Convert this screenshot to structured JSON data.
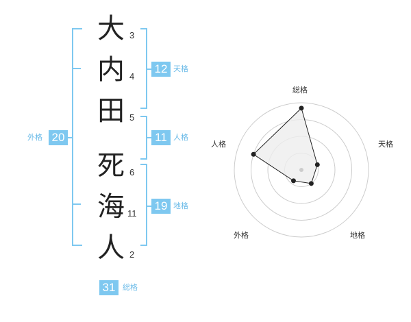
{
  "name_chars": [
    {
      "char": "大",
      "strokes": "3"
    },
    {
      "char": "内",
      "strokes": "4"
    },
    {
      "char": "田",
      "strokes": "5"
    },
    {
      "char": "死",
      "strokes": "6"
    },
    {
      "char": "海",
      "strokes": "11"
    },
    {
      "char": "人",
      "strokes": "2"
    }
  ],
  "kaku": {
    "tenkaku": {
      "value": "12",
      "label": "天格"
    },
    "jinkaku": {
      "value": "11",
      "label": "人格"
    },
    "chikaku": {
      "value": "19",
      "label": "地格"
    },
    "gaikaku": {
      "value": "20",
      "label": "外格"
    },
    "soukaku": {
      "value": "31",
      "label": "総格"
    }
  },
  "chart_data": {
    "type": "radar",
    "axes": [
      "総格",
      "天格",
      "地格",
      "外格",
      "人格"
    ],
    "values": [
      0.92,
      0.25,
      0.25,
      0.2,
      0.75
    ],
    "max": 1,
    "rings": 4,
    "colors": {
      "line": "#222222",
      "fill": "#eeeeee",
      "grid": "#cccccc",
      "accent": "#7ec8f0"
    }
  }
}
